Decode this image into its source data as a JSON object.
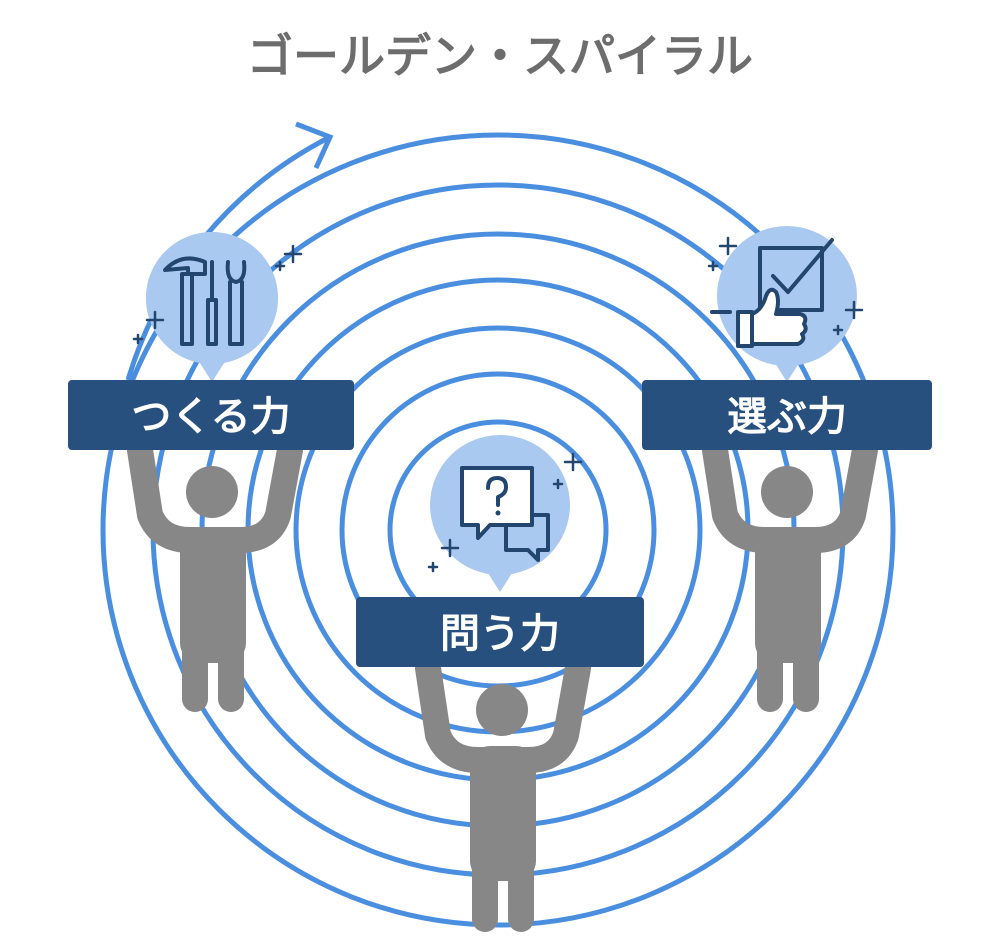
{
  "title": "ゴールデン・スパイラル",
  "roles": [
    {
      "label": "つくる力",
      "icon": "tools-icon"
    },
    {
      "label": "問う力",
      "icon": "question-chat-icon"
    },
    {
      "label": "選ぶ力",
      "icon": "checkbox-thumbsup-icon"
    }
  ],
  "colors": {
    "spiral": "#4a8ee0",
    "label_bg": "#27507f",
    "bubble": "#a9c9f1",
    "person": "#878787",
    "title": "#6d6d6d"
  }
}
